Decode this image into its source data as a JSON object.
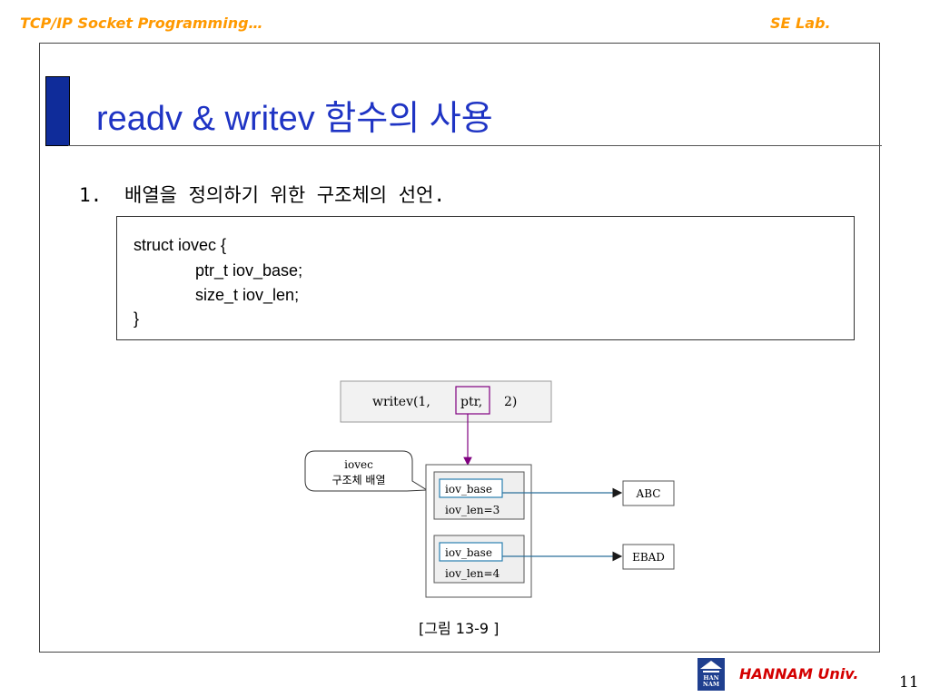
{
  "header": {
    "left": "TCP/IP Socket Programming…",
    "right": "SE Lab."
  },
  "title": "readv & writev 함수의 사용",
  "item": {
    "number": "1.",
    "text": "배열을 정의하기 위한 구조체의 선언."
  },
  "code": {
    "line1": "struct iovec {",
    "line2": "ptr_t iov_base;",
    "line3": "size_t iov_len;",
    "line4": "}"
  },
  "figure": {
    "call_prefix": "writev(1,",
    "call_ptr": "ptr,",
    "call_suffix": "2)",
    "callout_line1": "iovec",
    "callout_line2": "구조체 배열",
    "entries": [
      {
        "base": "iov_base",
        "len": "iov_len=3",
        "target": "ABC"
      },
      {
        "base": "iov_base",
        "len": "iov_len=4",
        "target": "EBAD"
      }
    ],
    "caption": "[그림 13-9 ]"
  },
  "footer": {
    "logo_text": "HAN NAM",
    "university": "HANNAM Univ.",
    "page": "11"
  },
  "colors": {
    "header": "#ff9900",
    "title": "#1f34c4",
    "title_bar": "#0f2c9a",
    "ptr_box": "#800080",
    "iov_base_box": "#2a7fb0",
    "arrow": "#2a6f9a",
    "footer_name": "#d40000"
  }
}
